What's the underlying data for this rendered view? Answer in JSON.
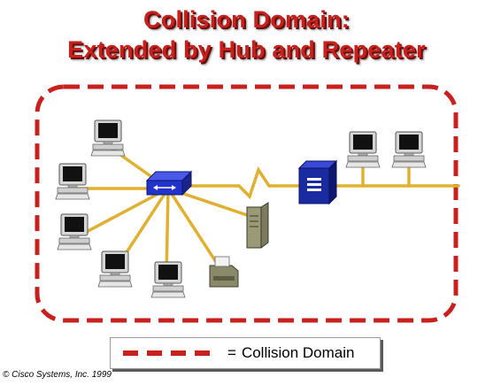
{
  "title": {
    "line1": "Collision Domain:",
    "line2": "Extended by Hub and Repeater"
  },
  "legend": {
    "equals": "=",
    "label": "Collision Domain"
  },
  "copyright": "© Cisco Systems, Inc. 1999",
  "colors": {
    "title": "#c8201c",
    "dashed_border": "#c8201c",
    "cable": "#e0b030",
    "hub": "#2233cc",
    "repeater": "#1a2aa0"
  },
  "devices": {
    "hub": "hub-icon",
    "repeater": "repeater-icon",
    "workstation": "workstation-icon",
    "server": "server-icon",
    "printer": "printer-icon",
    "wan_link": "serial-link-icon"
  }
}
